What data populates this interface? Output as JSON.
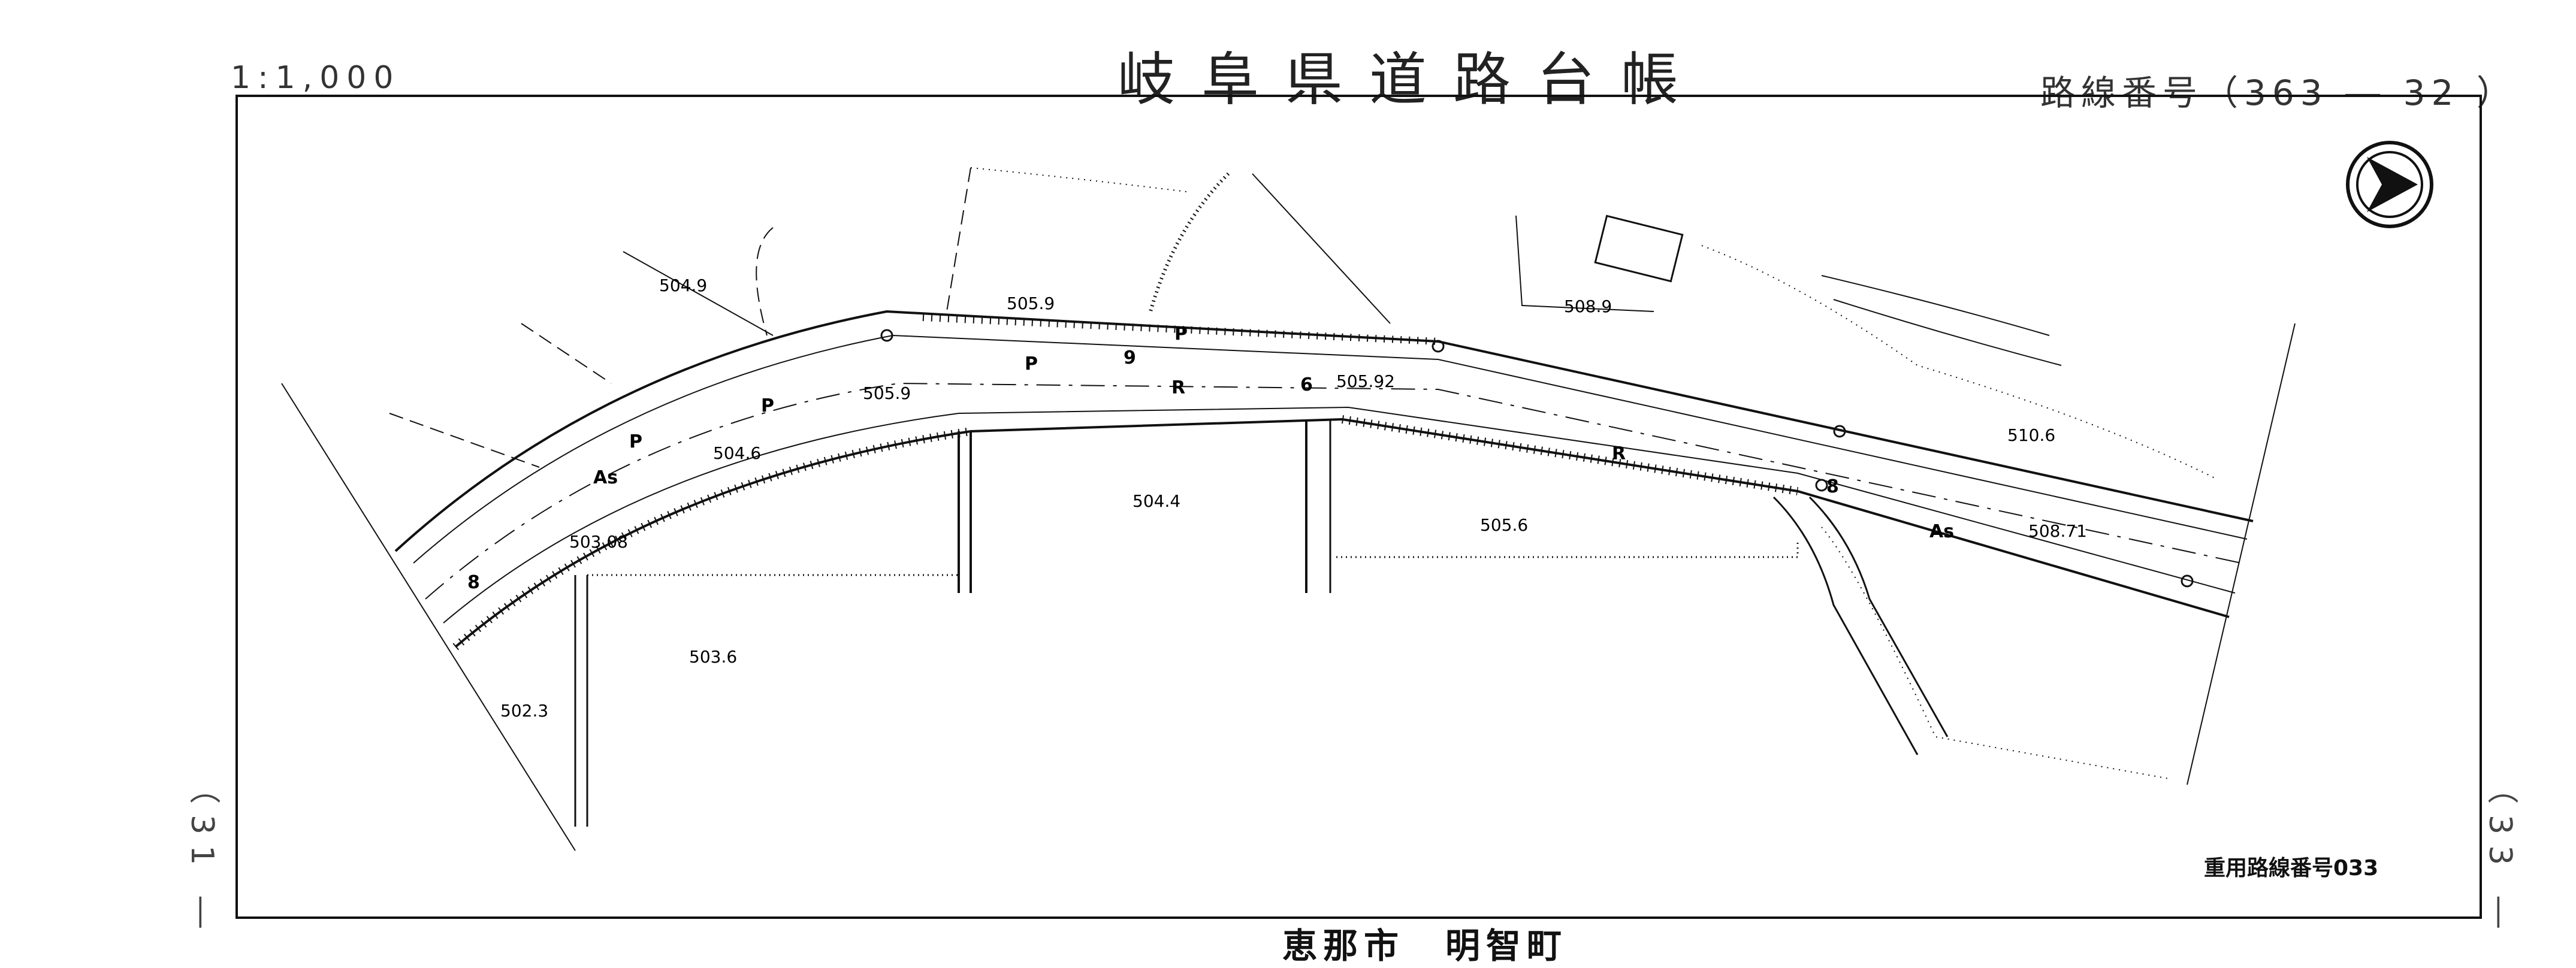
{
  "header": {
    "scale": "1:1,000",
    "title": "岐阜県道路台帳",
    "route_number": "路線番号（363 ― 32 ）"
  },
  "adjacent_sheets": {
    "left": "（31 ―",
    "right": "（33 ―"
  },
  "footer": {
    "town": "恵那市　明智町",
    "common_route": "重用路線番号033"
  },
  "elevations": [
    {
      "id": "e1",
      "value": "504.9"
    },
    {
      "id": "e2",
      "value": "505.9"
    },
    {
      "id": "e3",
      "value": "505.9"
    },
    {
      "id": "e4",
      "value": "505.92"
    },
    {
      "id": "e5",
      "value": "504.6"
    },
    {
      "id": "e6",
      "value": "503.08"
    },
    {
      "id": "e7",
      "value": "504.4"
    },
    {
      "id": "e8",
      "value": "505.6"
    },
    {
      "id": "e9",
      "value": "503.6"
    },
    {
      "id": "e10",
      "value": "502.3"
    },
    {
      "id": "e11",
      "value": "508.9"
    },
    {
      "id": "e12",
      "value": "510.6"
    },
    {
      "id": "e13",
      "value": "508.71"
    }
  ],
  "map_symbols": {
    "pavement": "As",
    "road_r": "R",
    "road_p": "P",
    "nine": "9",
    "six": "6",
    "eight": "8"
  },
  "north_arrow_icon": "circled-arrow-right",
  "colors": {
    "ink": "#111111",
    "paper": "#ffffff"
  }
}
